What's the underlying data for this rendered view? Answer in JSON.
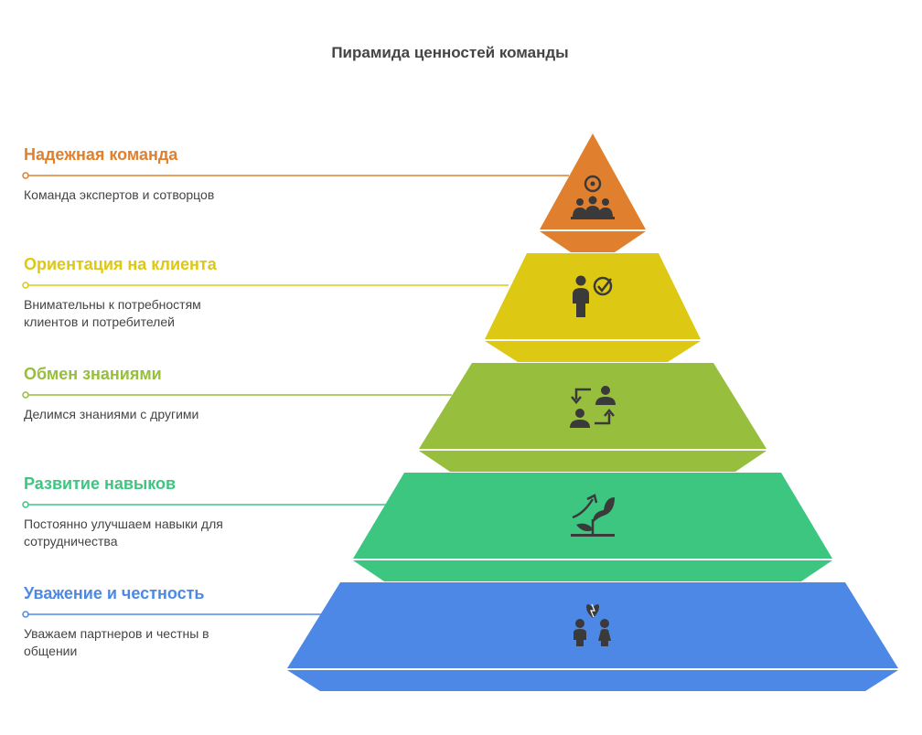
{
  "title": "Пирамида ценностей команды",
  "tiers": [
    {
      "heading": "Надежная команда",
      "description": "Команда экспертов и сотворцов",
      "color": "#E0802F",
      "icon": "team-icon"
    },
    {
      "heading": "Ориентация на клиента",
      "description": "Внимательны к потребностям клиентов и потребителей",
      "color": "#DDC814",
      "icon": "customer-check-icon"
    },
    {
      "heading": "Обмен знаниями",
      "description": "Делимся знаниями с другими",
      "color": "#97BE3C",
      "icon": "knowledge-exchange-icon"
    },
    {
      "heading": "Развитие навыков",
      "description": "Постоянно улучшаем навыки для сотрудничества",
      "color": "#3DC680",
      "icon": "growth-plant-icon"
    },
    {
      "heading": "Уважение и честность",
      "description": "Уважаем партнеров и честны в общении",
      "color": "#4D88E6",
      "icon": "people-talk-icon"
    }
  ]
}
